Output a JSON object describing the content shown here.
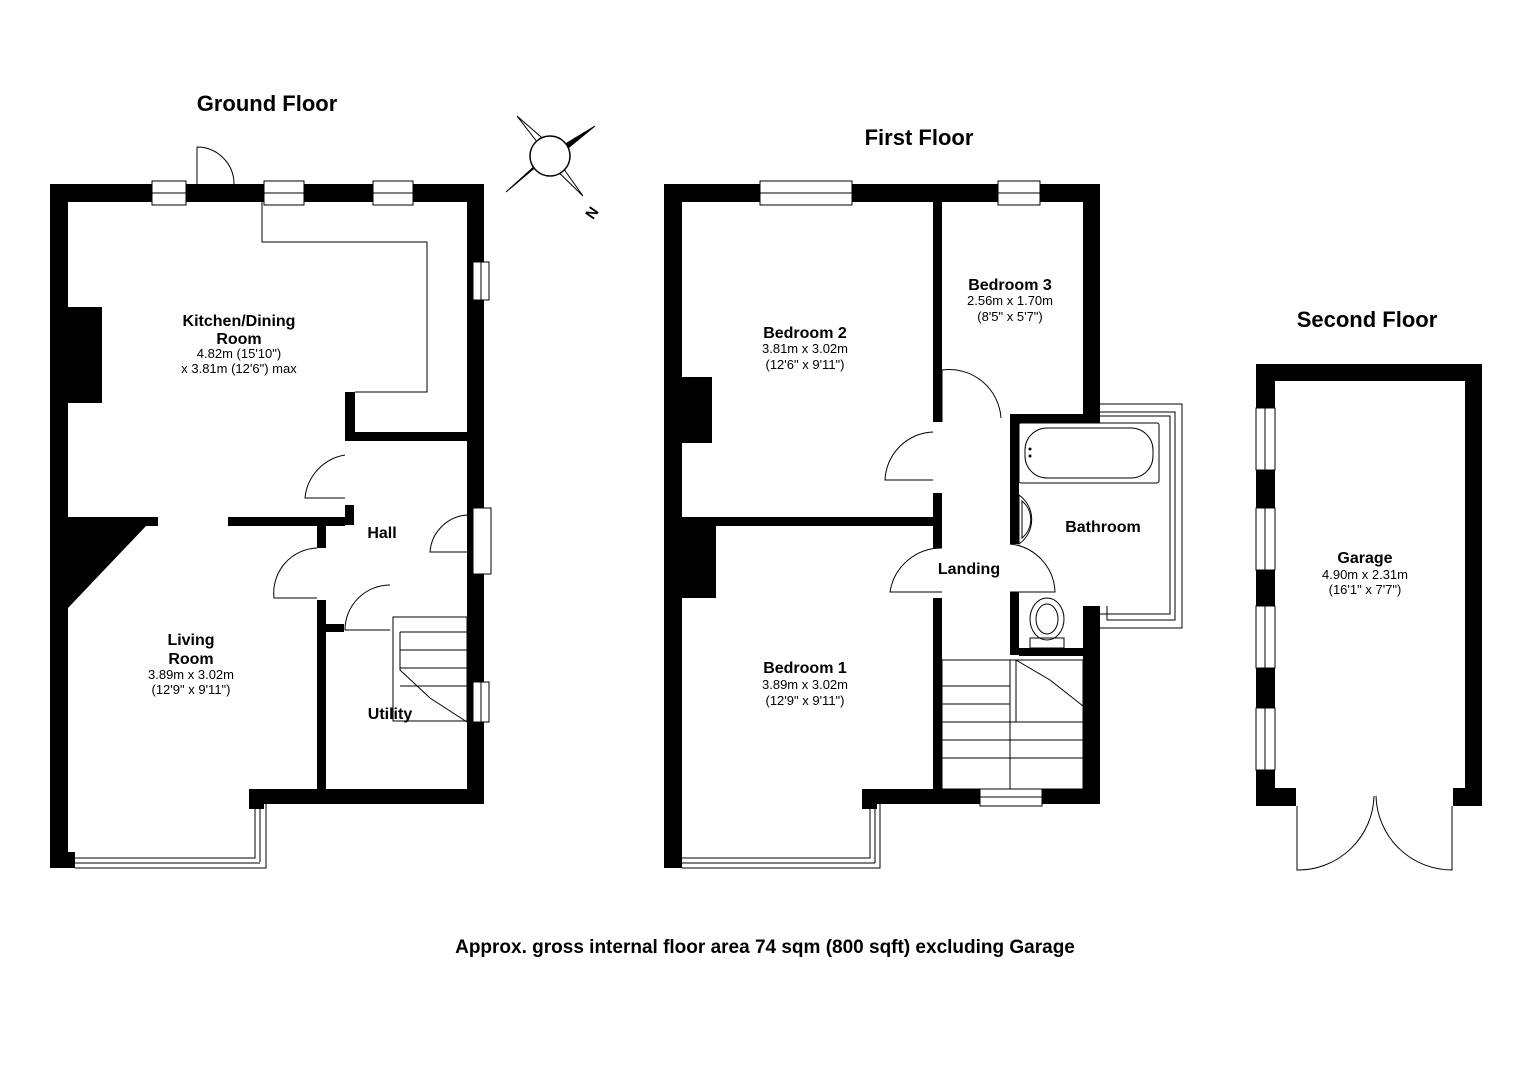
{
  "compass": {
    "label": "N"
  },
  "floors": [
    {
      "title": "Ground Floor",
      "rooms": [
        {
          "name_lines": [
            "Kitchen/Dining",
            "Room"
          ],
          "dims": [
            "4.82m (15'10\")",
            "x 3.81m (12'6\") max"
          ]
        },
        {
          "name_lines": [
            "Hall"
          ],
          "dims": []
        },
        {
          "name_lines": [
            "Living",
            "Room"
          ],
          "dims": [
            "3.89m x 3.02m",
            "(12'9\" x 9'11\")"
          ]
        },
        {
          "name_lines": [
            "Utility"
          ],
          "dims": []
        }
      ]
    },
    {
      "title": "First Floor",
      "rooms": [
        {
          "name_lines": [
            "Bedroom 2"
          ],
          "dims": [
            "3.81m x 3.02m",
            "(12'6\" x 9'11\")"
          ]
        },
        {
          "name_lines": [
            "Bedroom 3"
          ],
          "dims": [
            "2.56m x 1.70m",
            "(8'5\" x 5'7\")"
          ]
        },
        {
          "name_lines": [
            "Bathroom"
          ],
          "dims": []
        },
        {
          "name_lines": [
            "Landing"
          ],
          "dims": []
        },
        {
          "name_lines": [
            "Bedroom 1"
          ],
          "dims": [
            "3.89m x 3.02m",
            "(12'9\" x 9'11\")"
          ]
        }
      ]
    },
    {
      "title": "Second Floor",
      "rooms": [
        {
          "name_lines": [
            "Garage"
          ],
          "dims": [
            "4.90m x 2.31m",
            "(16'1\" x 7'7\")"
          ]
        }
      ]
    }
  ],
  "footer": "Approx. gross internal floor area 74 sqm (800 sqft) excluding Garage"
}
